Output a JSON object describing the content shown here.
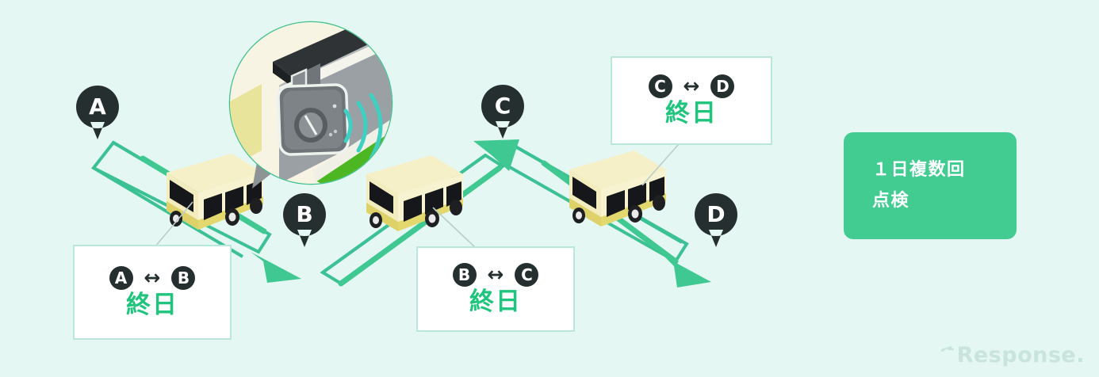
{
  "background_color": "#e4f7f2",
  "accent_green": "#1fc47d",
  "chip_green": "#43cc92",
  "pin_dark": "#262f2f",
  "route": {
    "name": "bus-route-diagram",
    "stops": [
      {
        "id": "A",
        "label": "A"
      },
      {
        "id": "B",
        "label": "B"
      },
      {
        "id": "C",
        "label": "C"
      },
      {
        "id": "D",
        "label": "D"
      }
    ]
  },
  "segments": [
    {
      "id": "ab",
      "from": "A",
      "to": "B",
      "arrow": "↔",
      "status": "終日"
    },
    {
      "id": "bc",
      "from": "B",
      "to": "C",
      "arrow": "↔",
      "status": "終日"
    },
    {
      "id": "cd",
      "from": "C",
      "to": "D",
      "arrow": "↔",
      "status": "終日"
    }
  ],
  "callout": {
    "line1": "１日複数回",
    "line2": "点検"
  },
  "inset": {
    "name": "drive-recorder-camera",
    "has_signal_waves": true
  },
  "watermark": {
    "text": "Response."
  }
}
